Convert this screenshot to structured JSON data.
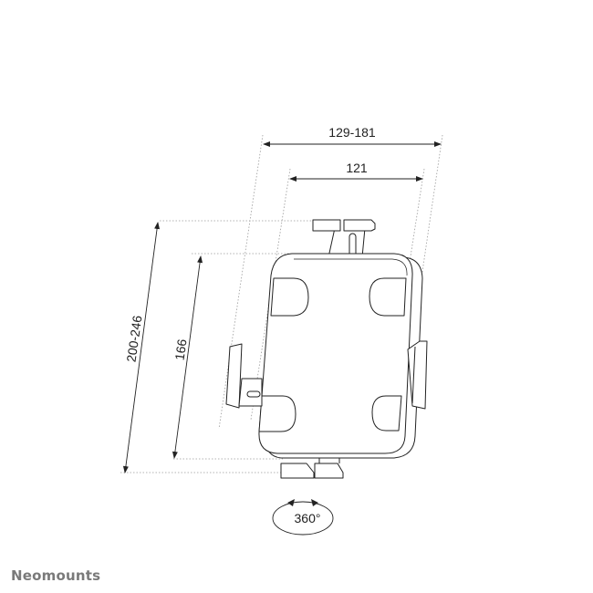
{
  "diagram": {
    "title": "Tablet holder dimension drawing",
    "dimensions": {
      "outer_width": "129-181",
      "inner_width": "121",
      "outer_height": "200-246",
      "inner_height": "166"
    },
    "rotation_label": "360°",
    "units": "mm"
  },
  "brand": {
    "name": "Neomounts"
  },
  "colors": {
    "line": "#222222",
    "guide": "#9a9a9a",
    "brand": "#7a7a7a",
    "background": "#ffffff"
  }
}
